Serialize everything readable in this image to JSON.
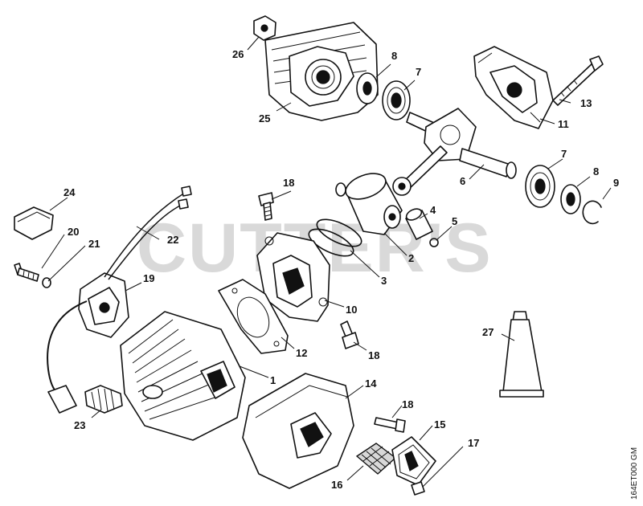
{
  "watermark": "CUTTER'S",
  "reference_code": "164ET000 GM",
  "callouts": {
    "c1": "1",
    "c2": "2",
    "c3": "3",
    "c4": "4",
    "c5": "5",
    "c6": "6",
    "c7a": "7",
    "c7b": "7",
    "c8a": "8",
    "c8b": "8",
    "c9": "9",
    "c10": "10",
    "c11": "11",
    "c12": "12",
    "c13": "13",
    "c14": "14",
    "c15": "15",
    "c16": "16",
    "c17": "17",
    "c18a": "18",
    "c18b": "18",
    "c18c": "18",
    "c19": "19",
    "c20": "20",
    "c21": "21",
    "c22": "22",
    "c23": "23",
    "c24": "24",
    "c25": "25",
    "c26": "26",
    "c27": "27"
  }
}
